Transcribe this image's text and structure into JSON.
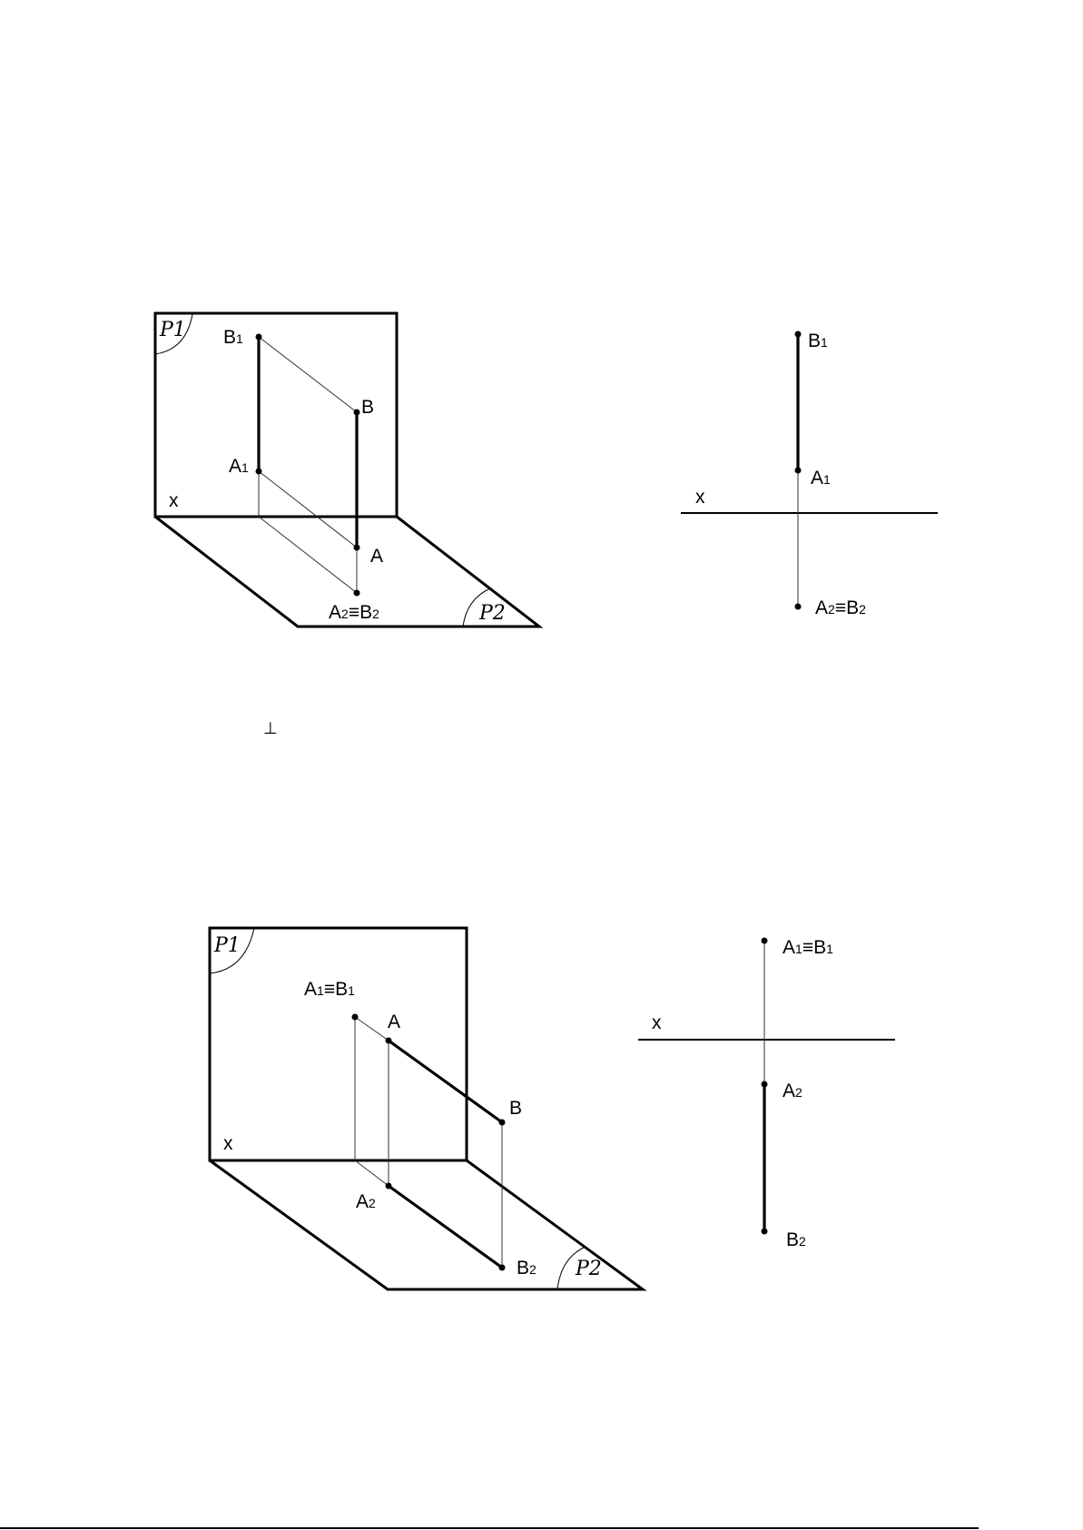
{
  "figure1": {
    "plane1": "P1",
    "plane2": "P2",
    "axis": "x",
    "B1": {
      "main": "B",
      "sub": "1"
    },
    "B": "B",
    "A1": {
      "main": "A",
      "sub": "1"
    },
    "A": "A",
    "A2B2": {
      "a": "A",
      "asub": "2",
      "eq": "≡",
      "b": "B",
      "bsub": "2"
    }
  },
  "epure1": {
    "axis": "x",
    "B1": {
      "main": "B",
      "sub": "1"
    },
    "A1": {
      "main": "A",
      "sub": "1"
    },
    "A2B2": {
      "a": "A",
      "asub": "2",
      "eq": "≡",
      "b": "B",
      "bsub": "2"
    }
  },
  "perp_symbol": "⊥",
  "figure2": {
    "plane1": "P1",
    "plane2": "P2",
    "axis": "x",
    "A1B1": {
      "a": "A",
      "asub": "1",
      "eq": "≡",
      "b": "B",
      "bsub": "1"
    },
    "A": "A",
    "B": "B",
    "A2": {
      "main": "A",
      "sub": "2"
    },
    "B2": {
      "main": "B",
      "sub": "2"
    }
  },
  "epure2": {
    "axis": "x",
    "A1B1": {
      "a": "A",
      "asub": "1",
      "eq": "≡",
      "b": "B",
      "bsub": "1"
    },
    "A2": {
      "main": "A",
      "sub": "2"
    },
    "B2": {
      "main": "B",
      "sub": "2"
    }
  }
}
